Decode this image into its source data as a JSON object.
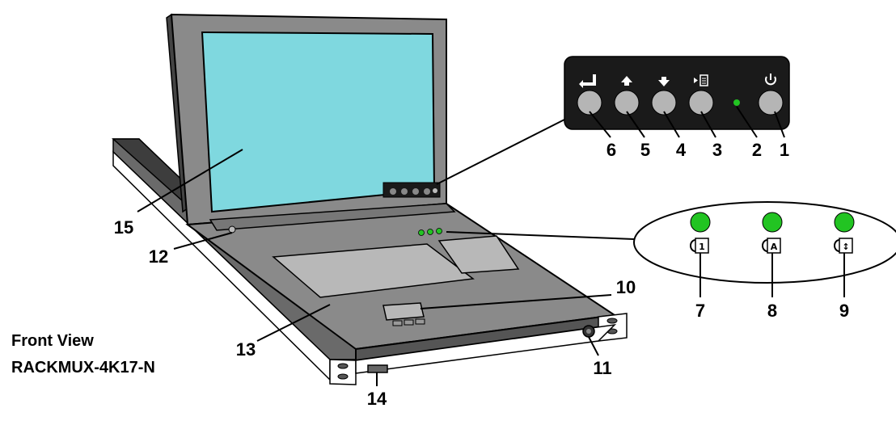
{
  "title": "Front View",
  "model": "RACKMUX-4K17-N",
  "colors": {
    "screen": "#7fd8df",
    "body_gray": "#8a8a8a",
    "body_dark": "#555555",
    "panel_black": "#1a1a1a",
    "led_green": "#22c422"
  },
  "callouts": [
    {
      "label": "1"
    },
    {
      "label": "2"
    },
    {
      "label": "3"
    },
    {
      "label": "4"
    },
    {
      "label": "5"
    },
    {
      "label": "6"
    },
    {
      "label": "7"
    },
    {
      "label": "8"
    },
    {
      "label": "9"
    },
    {
      "label": "10"
    },
    {
      "label": "11"
    },
    {
      "label": "12"
    },
    {
      "label": "13"
    },
    {
      "label": "14"
    },
    {
      "label": "15"
    }
  ],
  "control_panel": {
    "buttons": [
      {
        "icon": "enter-icon"
      },
      {
        "icon": "up-arrow-icon"
      },
      {
        "icon": "down-arrow-icon"
      },
      {
        "icon": "menu-icon"
      },
      {
        "icon": "power-icon"
      }
    ],
    "led": "power-led"
  },
  "status_leds": [
    {
      "icon": "num-lock-icon",
      "glyph": "1"
    },
    {
      "icon": "caps-lock-icon",
      "glyph": "A"
    },
    {
      "icon": "scroll-lock-icon",
      "glyph": "↕"
    }
  ]
}
